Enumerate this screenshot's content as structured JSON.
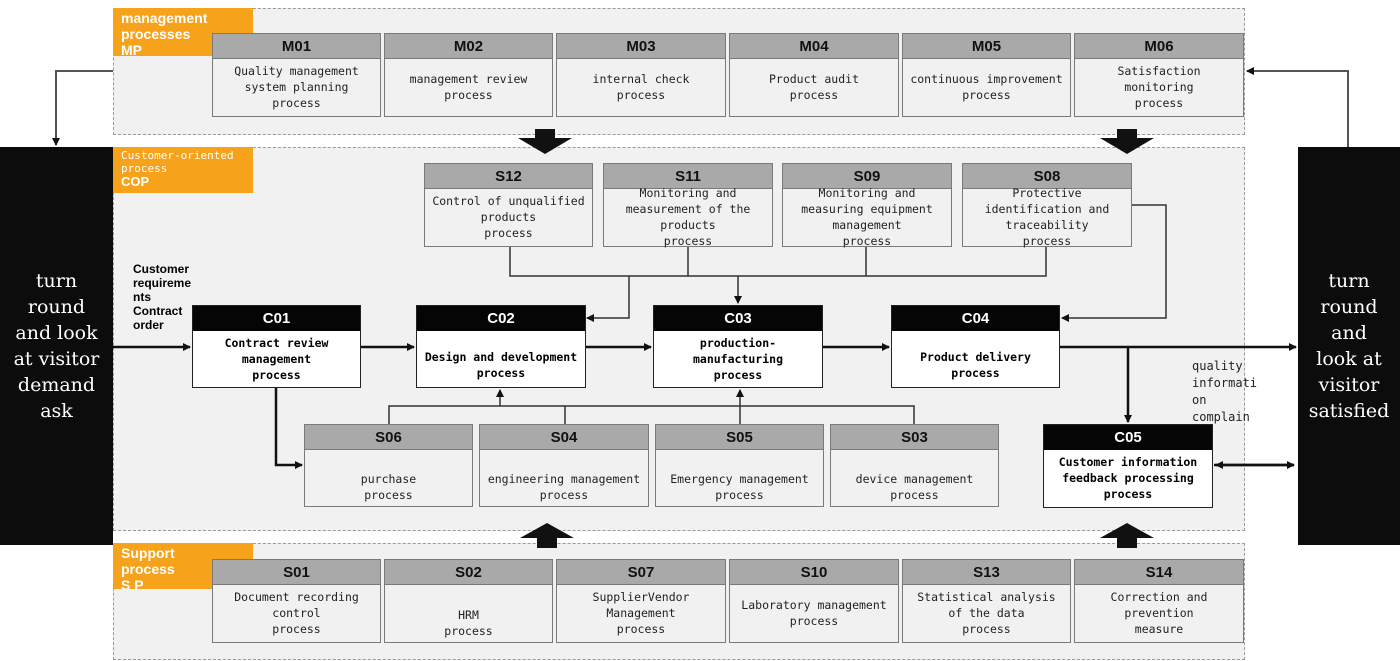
{
  "zones": {
    "mp": {
      "tag_line1": "management",
      "tag_line2": "processes",
      "tag_line3": "MP"
    },
    "cop": {
      "tag_line1": "Customer-oriented",
      "tag_line2": "process",
      "tag_line3": "COP"
    },
    "sp": {
      "tag_line1": "Support",
      "tag_line2": "process",
      "tag_line3": "S P"
    }
  },
  "left_panel": {
    "text": "turn round and look at visitor demand ask"
  },
  "right_panel": {
    "text": "turn round and look at visitor satisfied"
  },
  "management": [
    {
      "code": "M01",
      "label": "Quality management\nsystem planning\nprocess"
    },
    {
      "code": "M02",
      "label": "management review\nprocess"
    },
    {
      "code": "M03",
      "label": "internal check\nprocess"
    },
    {
      "code": "M04",
      "label": "Product audit\nprocess"
    },
    {
      "code": "M05",
      "label": "continuous improvement\nprocess"
    },
    {
      "code": "M06",
      "label": "Satisfaction\nmonitoring\nprocess"
    }
  ],
  "top_support": [
    {
      "code": "S12",
      "label": "Control of unqualified\nproducts\nprocess"
    },
    {
      "code": "S11",
      "label": "Monitoring and\nmeasurement of the\nproducts\nprocess"
    },
    {
      "code": "S09",
      "label": "Monitoring and\nmeasuring equipment\nmanagement\nprocess"
    },
    {
      "code": "S08",
      "label": "Protective\nidentification and\ntraceability\nprocess"
    }
  ],
  "core": [
    {
      "code": "C01",
      "label": "Contract review\nmanagement\nprocess"
    },
    {
      "code": "C02",
      "label": "Design and development\nprocess"
    },
    {
      "code": "C03",
      "label": "production-\nmanufacturing\nprocess"
    },
    {
      "code": "C04",
      "label": "Product delivery\nprocess"
    },
    {
      "code": "C05",
      "label": "Customer information\nfeedback processing\nprocess"
    }
  ],
  "bottom_cop": [
    {
      "code": "S06",
      "label": "purchase\nprocess"
    },
    {
      "code": "S04",
      "label": "engineering management\nprocess"
    },
    {
      "code": "S05",
      "label": "Emergency management\nprocess"
    },
    {
      "code": "S03",
      "label": "device management\nprocess"
    }
  ],
  "support": [
    {
      "code": "S01",
      "label": "Document recording\ncontrol\nprocess"
    },
    {
      "code": "S02",
      "label": "HRM\nprocess"
    },
    {
      "code": "S07",
      "label": "SupplierVendor\nManagement\nprocess"
    },
    {
      "code": "S10",
      "label": "Laboratory management\nprocess"
    },
    {
      "code": "S13",
      "label": "Statistical analysis\nof the data\nprocess"
    },
    {
      "code": "S14",
      "label": "Correction and\nprevention\nmeasure"
    }
  ],
  "notes": {
    "customer": "Customer\nrequireme\nnts\nContract\norder",
    "quality": "quality\ninformati\non\ncomplain"
  },
  "colors": {
    "accent": "#f6a21a",
    "dark": "#0c0c0c",
    "header_gray": "#a9a9a9",
    "box_bg": "#f1f1f1"
  }
}
